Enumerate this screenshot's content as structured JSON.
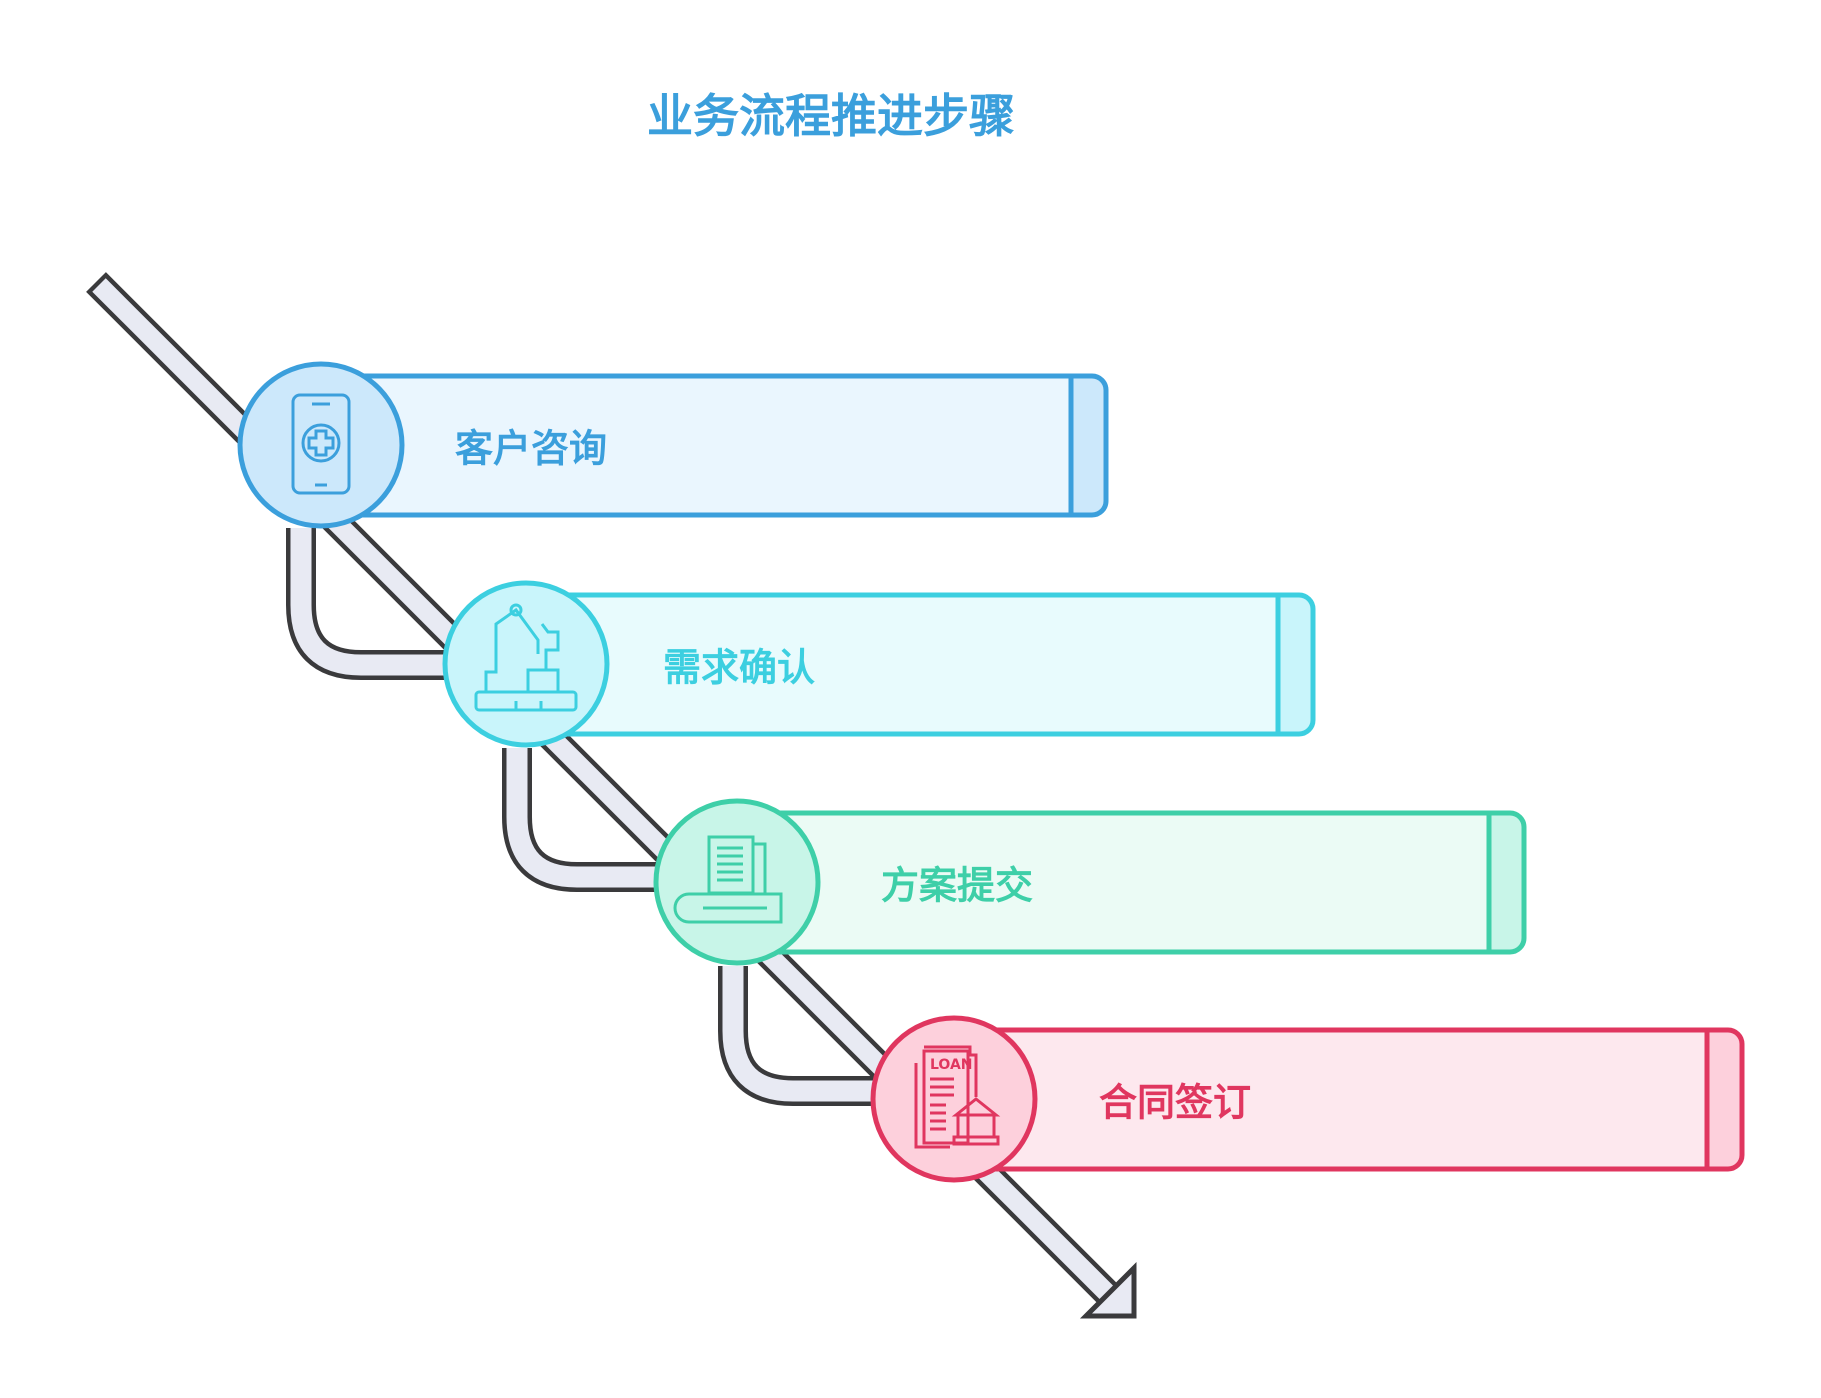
{
  "title": "业务流程推进步骤",
  "steps": [
    {
      "label": "客户咨询",
      "icon": "mobile-medical-icon",
      "stroke": "#3b9fdc",
      "fill": "#eaf6fe",
      "circle": "#cce8fb"
    },
    {
      "label": "需求确认",
      "icon": "robot-arm-icon",
      "stroke": "#3ccfe0",
      "fill": "#e8fbfd",
      "circle": "#c9f5fb"
    },
    {
      "label": "方案提交",
      "icon": "document-book-icon",
      "stroke": "#3ecfa8",
      "fill": "#ebfbf5",
      "circle": "#c8f5e8"
    },
    {
      "label": "合同签订",
      "icon": "loan-bank-icon",
      "stroke": "#e0365f",
      "fill": "#fde8ee",
      "circle": "#fdd0dc",
      "icon_text": "LOAN"
    }
  ],
  "colors": {
    "arrow_outline": "#3a3a3c",
    "arrow_fill": "#e8eaf3",
    "title": "#3b9fdc"
  }
}
